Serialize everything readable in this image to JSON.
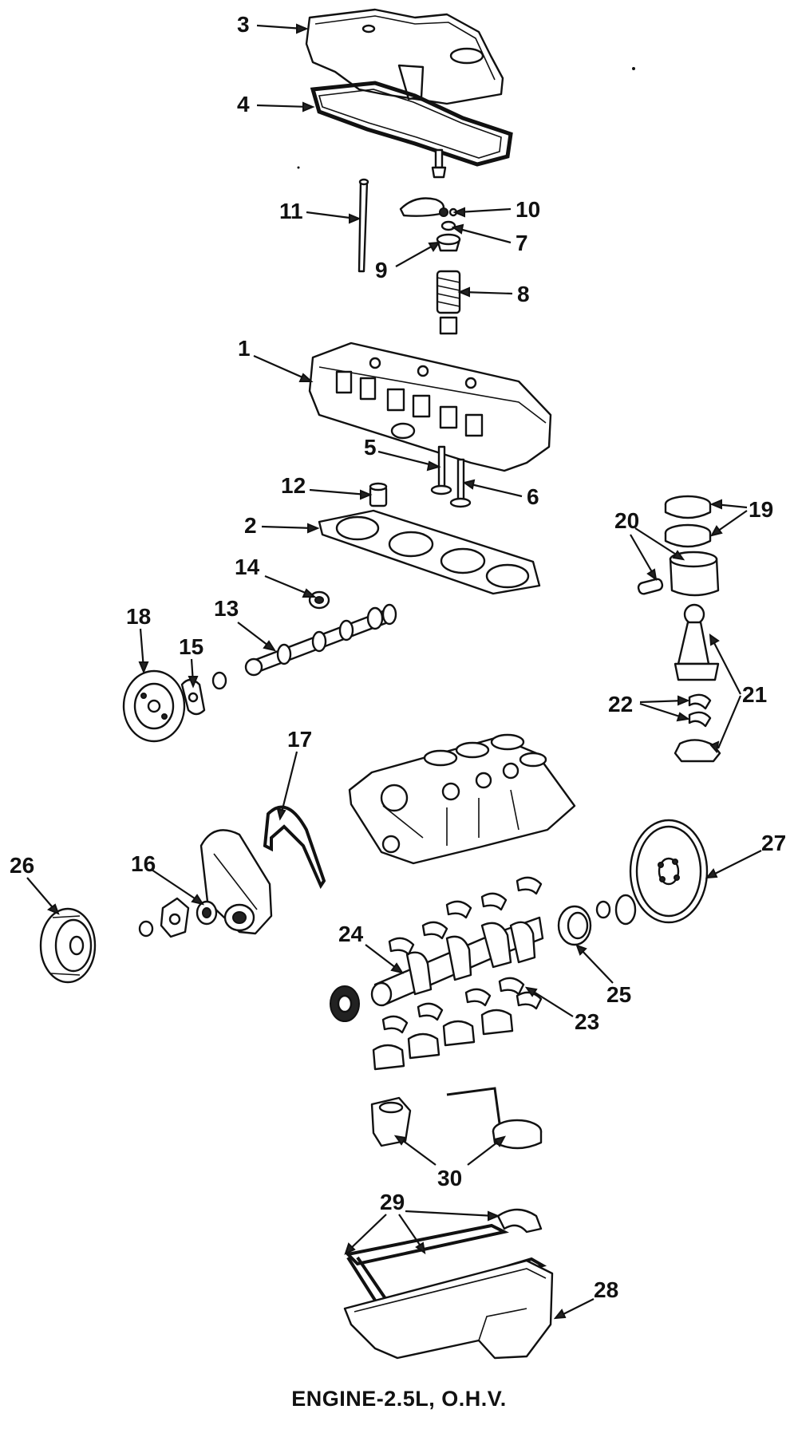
{
  "caption": "ENGINE-2.5L, O.H.V.",
  "callouts": [
    {
      "id": "1",
      "label": "1"
    },
    {
      "id": "2",
      "label": "2"
    },
    {
      "id": "3",
      "label": "3"
    },
    {
      "id": "4",
      "label": "4"
    },
    {
      "id": "5",
      "label": "5"
    },
    {
      "id": "6",
      "label": "6"
    },
    {
      "id": "7",
      "label": "7"
    },
    {
      "id": "8",
      "label": "8"
    },
    {
      "id": "9",
      "label": "9"
    },
    {
      "id": "10",
      "label": "10"
    },
    {
      "id": "11",
      "label": "11"
    },
    {
      "id": "12",
      "label": "12"
    },
    {
      "id": "13",
      "label": "13"
    },
    {
      "id": "14",
      "label": "14"
    },
    {
      "id": "15",
      "label": "15"
    },
    {
      "id": "16",
      "label": "16"
    },
    {
      "id": "17",
      "label": "17"
    },
    {
      "id": "18",
      "label": "18"
    },
    {
      "id": "19",
      "label": "19"
    },
    {
      "id": "20",
      "label": "20"
    },
    {
      "id": "21",
      "label": "21"
    },
    {
      "id": "22",
      "label": "22"
    },
    {
      "id": "23",
      "label": "23"
    },
    {
      "id": "24",
      "label": "24"
    },
    {
      "id": "25",
      "label": "25"
    },
    {
      "id": "26",
      "label": "26"
    },
    {
      "id": "27",
      "label": "27"
    },
    {
      "id": "28",
      "label": "28"
    },
    {
      "id": "29",
      "label": "29"
    },
    {
      "id": "30",
      "label": "30"
    }
  ]
}
